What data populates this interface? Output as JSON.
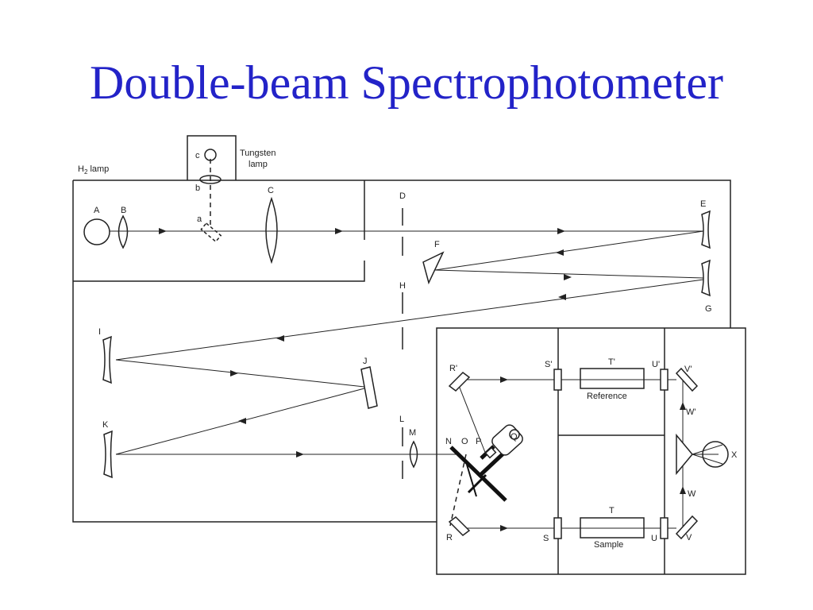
{
  "slide": {
    "title": "Double-beam Spectrophotometer",
    "title_color": "#2323c8"
  },
  "diagram": {
    "line_color": "#222222",
    "labels": {
      "h2_lamp_h": "H",
      "h2_lamp_sub": "2",
      "h2_lamp_rest": " lamp",
      "tungsten_line1": "Tungsten",
      "tungsten_line2": "lamp",
      "a": "a",
      "b": "b",
      "c": "c",
      "A": "A",
      "B": "B",
      "C": "C",
      "D": "D",
      "E": "E",
      "F": "F",
      "G": "G",
      "H": "H",
      "I": "I",
      "J": "J",
      "K": "K",
      "L": "L",
      "M": "M",
      "N": "N",
      "O": "O",
      "P": "P",
      "Q": "Q",
      "R": "R",
      "R_prime": "R'",
      "S": "S",
      "S_prime": "S'",
      "T": "T",
      "T_prime": "T'",
      "U": "U",
      "U_prime": "U'",
      "V": "V",
      "V_prime": "V'",
      "W": "W",
      "W_prime": "W'",
      "X": "X",
      "reference": "Reference",
      "sample": "Sample"
    }
  }
}
